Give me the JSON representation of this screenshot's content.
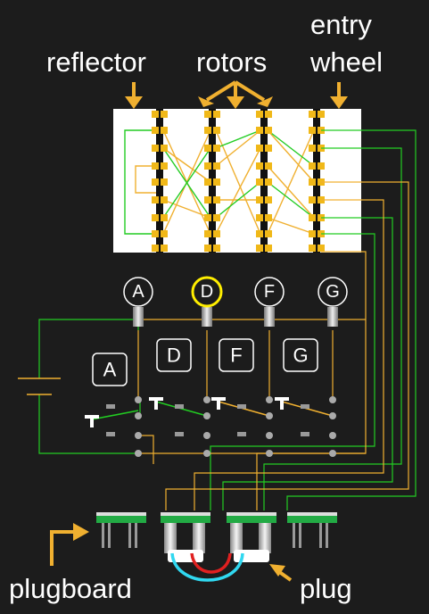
{
  "labels": {
    "reflector": "reflector",
    "rotors": "rotors",
    "entry_line1": "entry",
    "entry_line2": "wheel",
    "plugboard": "plugboard",
    "plug": "plug"
  },
  "lamps": [
    {
      "letter": "A",
      "lit": false
    },
    {
      "letter": "D",
      "lit": true
    },
    {
      "letter": "F",
      "lit": false
    },
    {
      "letter": "G",
      "lit": false
    }
  ],
  "keys": [
    "A",
    "D",
    "F",
    "G"
  ],
  "colors": {
    "background": "#1c1c1c",
    "green_wire": "#22cc22",
    "yellow_wire": "#f0b030",
    "arrow": "#f0b030",
    "lamp_lit_ring": "#ffee00",
    "plug_cable_red": "#e02020",
    "plug_cable_cyan": "#30d8f0"
  }
}
